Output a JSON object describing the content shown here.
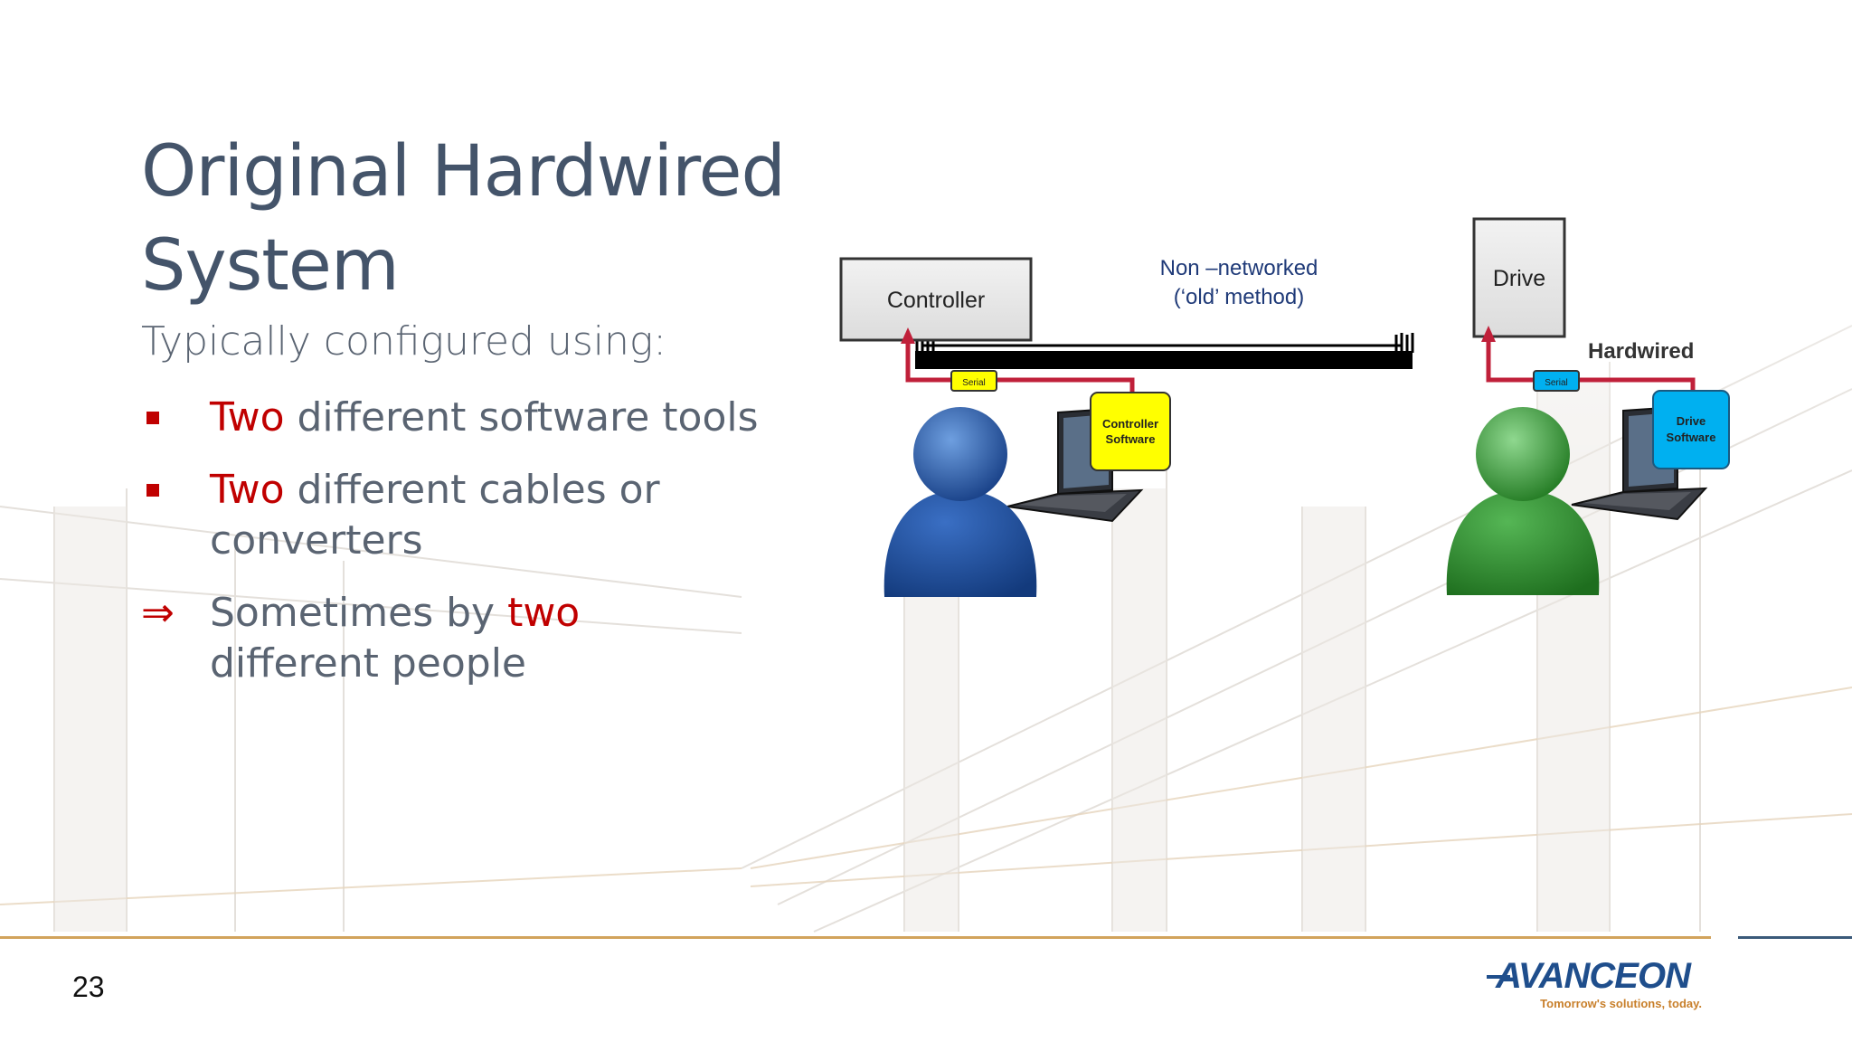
{
  "slide": {
    "title_line1": "Original Hardwired",
    "title_line2": "System",
    "subtitle": "Typically configured using:",
    "bullets": [
      {
        "highlight": "Two",
        "rest": " different software tools"
      },
      {
        "highlight": "Two",
        "rest": " different cables or converters"
      }
    ],
    "conclusion": {
      "marker": "⇒",
      "before": "Sometimes by ",
      "highlight": "two",
      "after": " different people"
    },
    "page_number": "23"
  },
  "diagram": {
    "controller_label": "Controller",
    "drive_label": "Drive",
    "method_line1": "Non –networked",
    "method_line2": "(‘old’ method)",
    "hardwired_label": "Hardwired",
    "serial_left": "Serial",
    "serial_right": "Serial",
    "controller_software_line1": "Controller",
    "controller_software_line2": "Software",
    "drive_software_line1": "Drive",
    "drive_software_line2": "Software"
  },
  "logo": {
    "brand": "AVANCEON",
    "tagline": "Tomorrow's solutions, today."
  },
  "colors": {
    "title": "#44546a",
    "accent_red": "#c00000",
    "serial_left": "#ffff00",
    "serial_right": "#00b0f0",
    "person_left": "#1f4e9e",
    "person_right": "#2e8b2e",
    "footer_gold": "#d2a35c",
    "footer_navy": "#3b5a7a"
  }
}
